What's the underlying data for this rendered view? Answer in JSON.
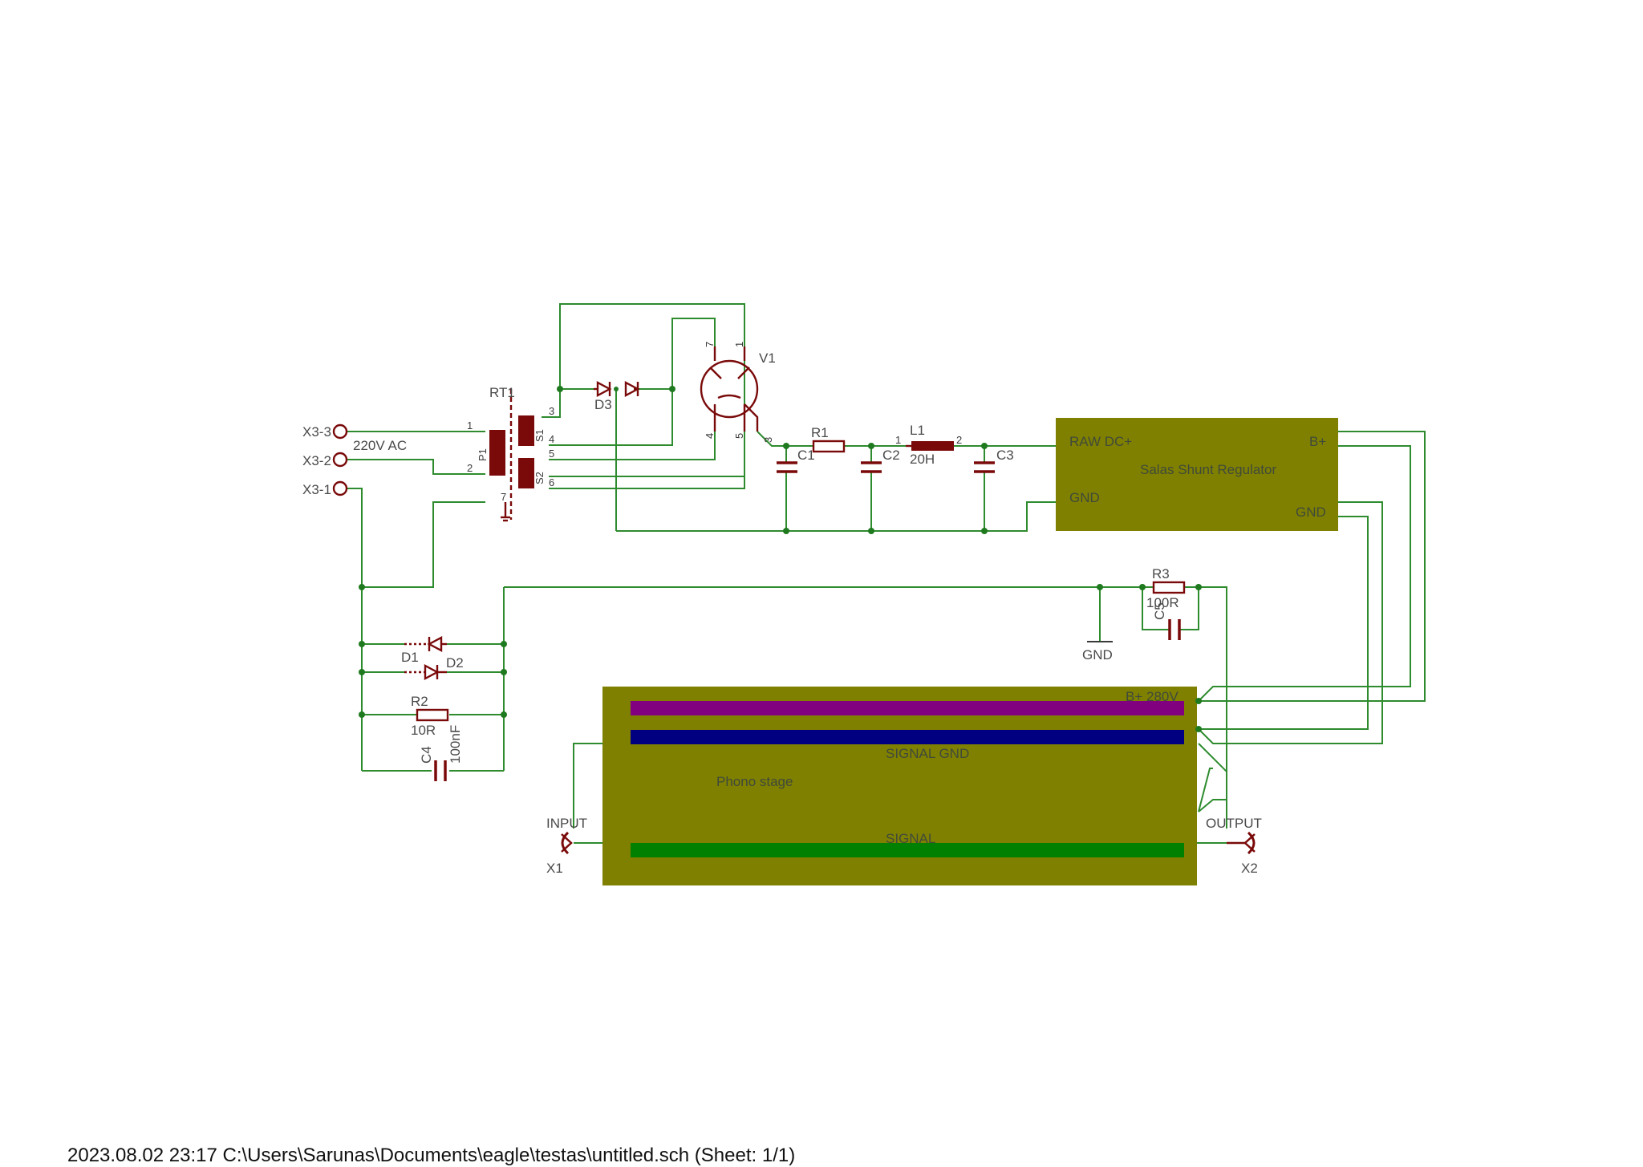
{
  "labels": {
    "x3_3": "X3-3",
    "x3_2": "X3-2",
    "x3_1": "X3-1",
    "ac": "220V AC",
    "rt1": "RT1",
    "p1": "P1",
    "s1": "S1",
    "s2": "S2",
    "d3": "D3",
    "v1": "V1",
    "r1": "R1",
    "c1": "C1",
    "c2": "C2",
    "l1": "L1",
    "l1_value": "20H",
    "c3": "C3",
    "r3": "R3",
    "r3_value": "100R",
    "c5": "C5",
    "gnd": "GND",
    "d1": "D1",
    "d2": "D2",
    "r2": "R2",
    "r2_value": "10R",
    "c4": "C4",
    "c4_value": "100nF",
    "input": "INPUT",
    "output": "OUTPUT",
    "x1": "X1",
    "x2": "X2"
  },
  "pins": {
    "rt1_1": "1",
    "rt1_2": "2",
    "rt1_7": "7",
    "rt1_3": "3",
    "rt1_4": "4",
    "rt1_5": "5",
    "rt1_6": "6",
    "v1_7": "7",
    "v1_1": "1",
    "v1_4": "4",
    "v1_5": "5",
    "v1_3": "3",
    "l1_1": "1",
    "l1_2": "2"
  },
  "regulator": {
    "title": "Salas Shunt Regulator",
    "raw_dc": "RAW DC+",
    "b_plus": "B+",
    "gnd_left": "GND",
    "gnd_right": "GND"
  },
  "phono": {
    "title": "Phono stage",
    "b_plus": "B+ 280V",
    "signal_gnd": "SIGNAL GND",
    "signal": "SIGNAL"
  },
  "colors": {
    "wire": "#2e8b2e",
    "part": "#7a0a0a",
    "block": "#808000",
    "bar_bplus": "#800080",
    "bar_signal_gnd": "#000080",
    "bar_signal": "#008000"
  },
  "footer": "2023.08.02 23:17  C:\\Users\\Sarunas\\Documents\\eagle\\testas\\untitled.sch (Sheet: 1/1)"
}
